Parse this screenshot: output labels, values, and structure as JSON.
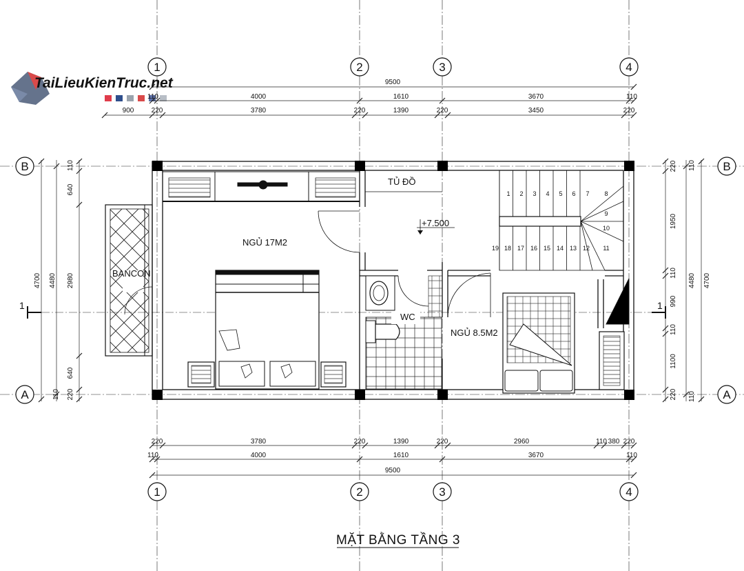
{
  "watermark": {
    "logo_text": "TaiLieuKienTruc.net",
    "bar_colors": [
      "#e03c4b",
      "#2e4e8c",
      "#9aa3ad",
      "#d94a4a",
      "#5b6fa8",
      "#b8bec6"
    ]
  },
  "axes": {
    "columns": [
      "1",
      "2",
      "3",
      "4"
    ],
    "rows": [
      "B",
      "A"
    ]
  },
  "section_marker": "1",
  "top_dimensions": {
    "overall": "9500",
    "row1": [
      "110",
      "4000",
      "1610",
      "3670",
      "110"
    ],
    "row2": [
      "900",
      "220",
      "3780",
      "220",
      "1390",
      "220",
      "3450",
      "220"
    ]
  },
  "bottom_dimensions": {
    "row1": [
      "220",
      "3780",
      "220",
      "1390",
      "220",
      "2960",
      "110",
      "380",
      "220"
    ],
    "row2": [
      "110",
      "4000",
      "1610",
      "3670",
      "110"
    ],
    "overall": "9500"
  },
  "left_dimensions": {
    "overall": "4700",
    "inner": "4480",
    "segments": [
      "110",
      "220",
      "640",
      "2980",
      "640",
      "220",
      "110"
    ]
  },
  "right_dimensions": {
    "overall": "4700",
    "inner": "4480",
    "segments": [
      "110",
      "220",
      "1950",
      "110",
      "990",
      "110",
      "1100",
      "220",
      "110"
    ]
  },
  "rooms": {
    "bedroom_1": "NGỦ 17M2",
    "bedroom_2": "NGỦ 8.5M2",
    "wardrobe": "TỦ ĐỒ",
    "wc": "WC",
    "balcony": "BANCON"
  },
  "level_mark": "+7.500",
  "stair_steps": [
    "1",
    "2",
    "3",
    "4",
    "5",
    "6",
    "7",
    "8",
    "9",
    "10",
    "11",
    "12",
    "13",
    "14",
    "15",
    "16",
    "17",
    "18",
    "19"
  ],
  "title": "MẶT BẰNG TẦNG 3"
}
